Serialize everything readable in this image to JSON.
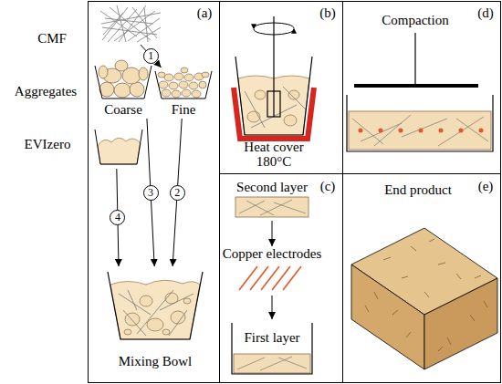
{
  "diagram": {
    "nodes": [
      {
        "text": [
          "(a)"
        ]
      },
      {
        "text": [
          "CMF"
        ],
        "in": 0
      },
      {
        "text": [
          "Coarse"
        ],
        "in": 0
      },
      {
        "text": [
          "Fine"
        ],
        "in": 0
      },
      {
        "text": [
          "EVIzero"
        ],
        "in": 0
      },
      {
        "text": [
          "Mixing Bowl"
        ],
        "in": 0
      },
      {
        "text": [
          "(b)"
        ]
      },
      {
        "text": [
          "Heat cover 180°C"
        ],
        "in": 6
      },
      {
        "text": [
          "(c)"
        ]
      },
      {
        "text": [
          "Second layer"
        ],
        "in": 8
      },
      {
        "text": [
          "Copper electrodes"
        ],
        "in": 8
      },
      {
        "text": [
          "First layer"
        ],
        "in": 8
      },
      {
        "text": [
          "(d)",
          "Compaction"
        ]
      },
      {
        "text": [
          "(e)",
          "End product"
        ]
      }
    ],
    "edges": [
      {
        "from": 1,
        "to": 3,
        "label": "1",
        "arrow": "to"
      },
      {
        "from": 3,
        "to": 5,
        "label": "2",
        "arrow": "to"
      },
      {
        "from": 2,
        "to": 5,
        "label": "3",
        "arrow": "to"
      },
      {
        "from": 4,
        "to": 5,
        "label": "4",
        "arrow": "to"
      },
      {
        "from": 9,
        "to": 10,
        "arrow": "to"
      },
      {
        "from": 10,
        "to": 11,
        "arrow": "to"
      }
    ],
    "labels": [
      "Aggregates"
    ]
  }
}
